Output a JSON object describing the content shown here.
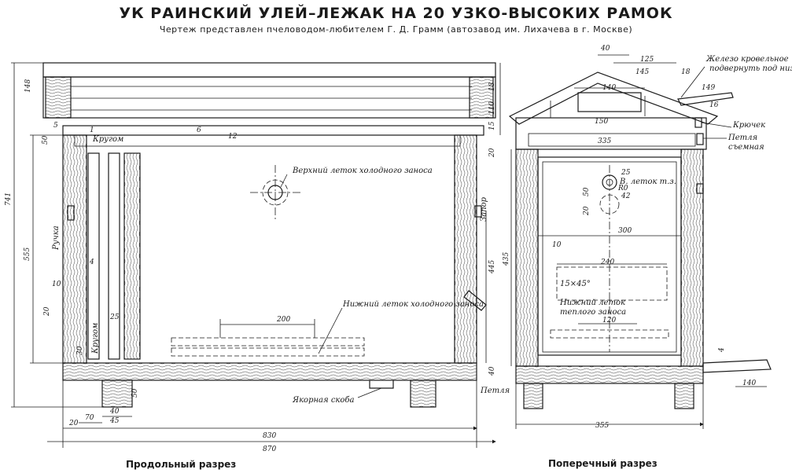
{
  "title": "УК РАИНСКИЙ УЛЕЙ–ЛЕЖАК НА 20 УЗКО-ВЫСОКИХ РАМОК",
  "subtitle": "Чертеж представлен пчеловодом-любителем Г. Д. Грамм (автозавод им. Лихачева в г. Москве)",
  "captions": {
    "longitudinal": "Продольный разрез",
    "cross": "Поперечный разрез"
  },
  "longitudinal": {
    "labels": {
      "upper_entrance": "Верхний леток холодного заноса",
      "lower_entrance": "Нижний леток холодного заноса",
      "anchor_bracket": "Якорная скоба",
      "hinge": "Петля",
      "latch": "Запор",
      "handle": "Ручка",
      "around": "Кругом"
    },
    "dims": {
      "overall_h": "741",
      "inner_h": "555",
      "length_inner": "830",
      "length_outer": "870",
      "top": "148",
      "d_50": "50",
      "d_5": "5",
      "d_1": "1",
      "d_6": "6",
      "d_12": "12",
      "d_200": "200",
      "d_25": "25",
      "d_10": "10",
      "d_20": "20",
      "d_4": "4",
      "d_30": "30",
      "d_40": "40",
      "d_70": "70",
      "d_45": "45",
      "d_445": "445",
      "d_18": "18",
      "d_110": "110",
      "d_15": "15"
    }
  },
  "cross": {
    "labels": {
      "roof_iron": "Железо кровельное подвернуть под низ",
      "hook": "Крючек",
      "removable_hinge": "Петля съемная",
      "upper_warm": "В. леток т.з.",
      "lower_warm": "Нижний леток теплого заноса",
      "chamfer": "15×45°"
    },
    "dims": {
      "d_40": "40",
      "d_125": "125",
      "d_145": "145",
      "d_18": "18",
      "d_149": "149",
      "d_16": "16",
      "d_140": "140",
      "d_150": "150",
      "d_335": "335",
      "d_25": "25",
      "d_42": "42",
      "d_R0": "R0",
      "d_300": "300",
      "d_240": "240",
      "d_120": "120",
      "d_10": "10",
      "d_435": "435",
      "d_50": "50",
      "d_20": "20",
      "d_355": "355",
      "d_140b": "140",
      "d_4": "4"
    }
  }
}
